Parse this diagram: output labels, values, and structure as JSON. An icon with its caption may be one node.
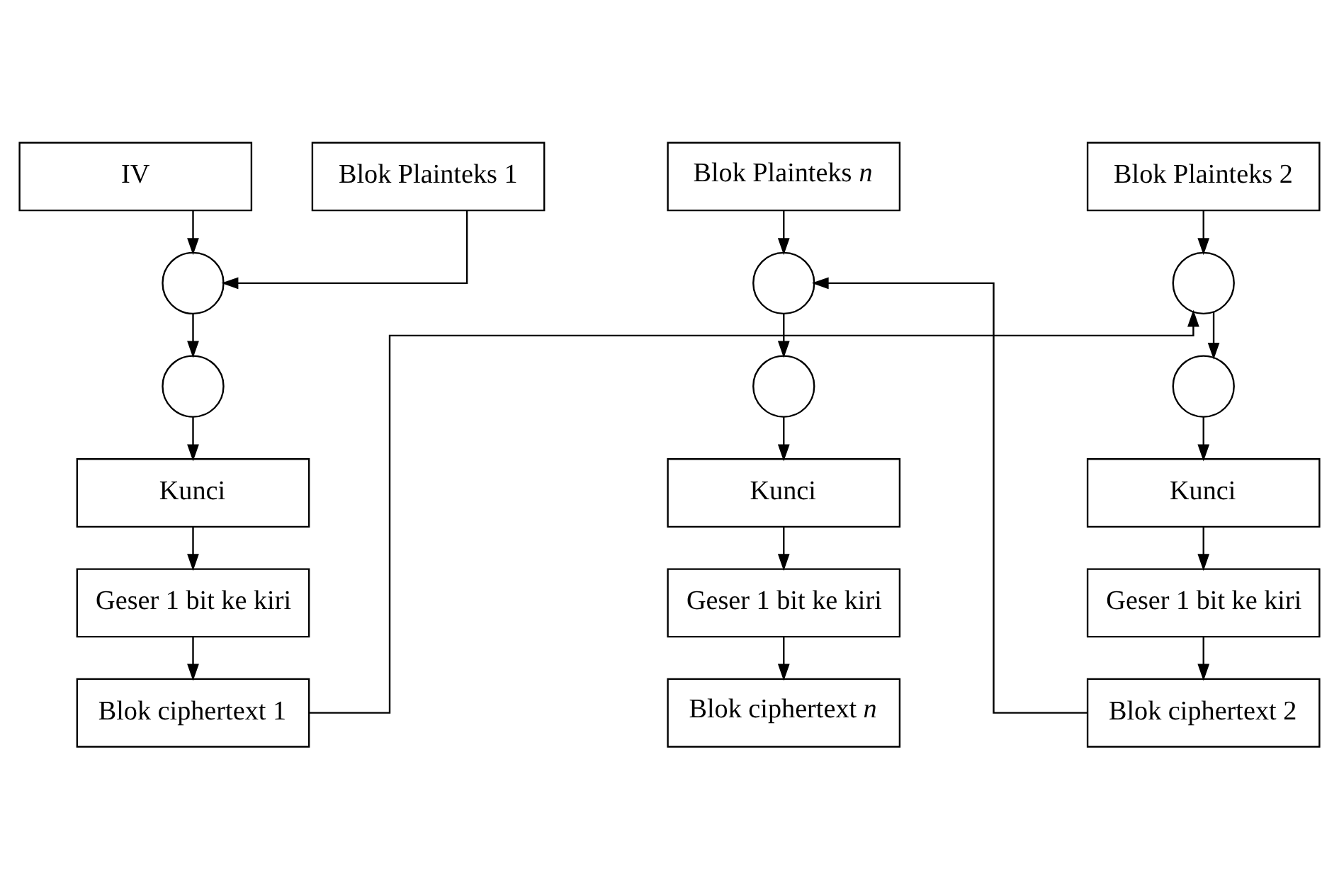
{
  "diagram": {
    "nodes": [
      {
        "text": [
          "IV"
        ]
      },
      {
        "text": [
          "Blok Plainteks 1"
        ]
      },
      {
        "text": [
          "Blok Plainteks 2"
        ]
      },
      {
        "text": [
          "Blok Plainteks *n*"
        ]
      },
      {
        "text": [],
        "shape": "circle"
      },
      {
        "text": [],
        "shape": "circle"
      },
      {
        "text": [
          "Kunci"
        ]
      },
      {
        "text": [
          "Geser 1 bit ke kiri"
        ]
      },
      {
        "text": [
          "Blok ciphertext 1"
        ]
      },
      {
        "text": [],
        "shape": "circle"
      },
      {
        "text": [],
        "shape": "circle"
      },
      {
        "text": [
          "Kunci"
        ]
      },
      {
        "text": [
          "Geser 1 bit ke kiri"
        ]
      },
      {
        "text": [
          "Blok ciphertext 2"
        ]
      },
      {
        "text": [],
        "shape": "circle"
      },
      {
        "text": [],
        "shape": "circle"
      },
      {
        "text": [
          "Kunci"
        ]
      },
      {
        "text": [
          "Geser 1 bit ke kiri"
        ]
      },
      {
        "text": [
          "Blok ciphertext *n*"
        ]
      }
    ],
    "edges": [
      {
        "from": 0,
        "to": 4,
        "arrow": "to"
      },
      {
        "from": 1,
        "to": 4,
        "arrow": "to"
      },
      {
        "from": 4,
        "to": 5,
        "arrow": "to"
      },
      {
        "from": 5,
        "to": 6,
        "arrow": "to"
      },
      {
        "from": 6,
        "to": 7,
        "arrow": "to"
      },
      {
        "from": 7,
        "to": 8,
        "arrow": "to"
      },
      {
        "from": 8,
        "to": 9,
        "arrow": "to"
      },
      {
        "from": 2,
        "to": 9,
        "arrow": "to"
      },
      {
        "from": 9,
        "to": 10,
        "arrow": "to"
      },
      {
        "from": 10,
        "to": 11,
        "arrow": "to"
      },
      {
        "from": 11,
        "to": 12,
        "arrow": "to"
      },
      {
        "from": 12,
        "to": 13,
        "arrow": "to"
      },
      {
        "from": 13,
        "to": 14,
        "arrow": "to"
      },
      {
        "from": 3,
        "to": 14,
        "arrow": "to"
      },
      {
        "from": 14,
        "to": 15,
        "arrow": "to"
      },
      {
        "from": 15,
        "to": 16,
        "arrow": "to"
      },
      {
        "from": 16,
        "to": 17,
        "arrow": "to"
      },
      {
        "from": 17,
        "to": 18,
        "arrow": "to"
      }
    ]
  }
}
